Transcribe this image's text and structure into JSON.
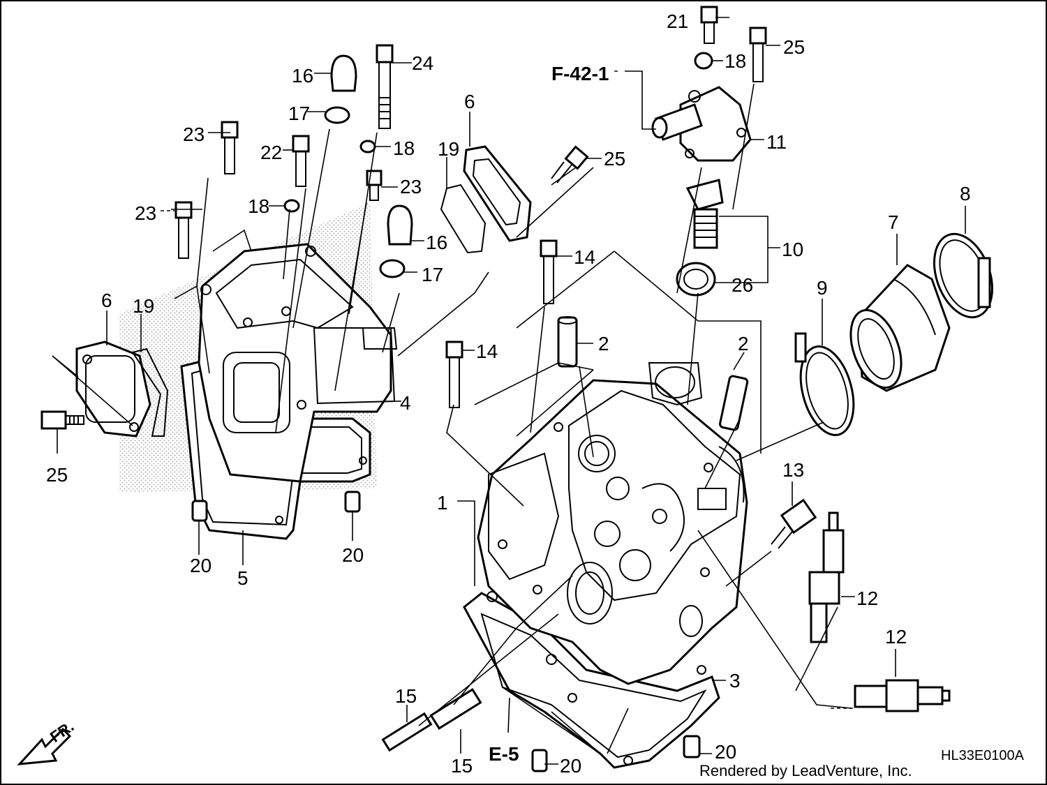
{
  "diagram": {
    "callouts": {
      "c1": "1",
      "c2a": "2",
      "c2b": "2",
      "c3": "3",
      "c4": "4",
      "c5": "5",
      "c6a": "6",
      "c6b": "6",
      "c7": "7",
      "c8": "8",
      "c9": "9",
      "c10": "10",
      "c11": "11",
      "c12a": "12",
      "c12b": "12",
      "c13": "13",
      "c14a": "14",
      "c14b": "14",
      "c15a": "15",
      "c15b": "15",
      "c16a": "16",
      "c16b": "16",
      "c17a": "17",
      "c17b": "17",
      "c18a": "18",
      "c18b": "18",
      "c18c": "18",
      "c19a": "19",
      "c19b": "19",
      "c20a": "20",
      "c20b": "20",
      "c20c": "20",
      "c20d": "20",
      "c21": "21",
      "c22": "22",
      "c23a": "23",
      "c23b": "23",
      "c23c": "23",
      "c24": "24",
      "c25a": "25",
      "c25b": "25",
      "c25c": "25",
      "c26": "26"
    },
    "references": {
      "ref_top": "F-42-1",
      "ref_bottom": "E-5"
    },
    "direction_label": "FR.",
    "drawing_code": "HL33E0100A",
    "footer": "Rendered by LeadVenture, Inc."
  },
  "colors": {
    "ink": "#000000",
    "paper": "#ffffff",
    "stipple": "#9a9a9a"
  }
}
